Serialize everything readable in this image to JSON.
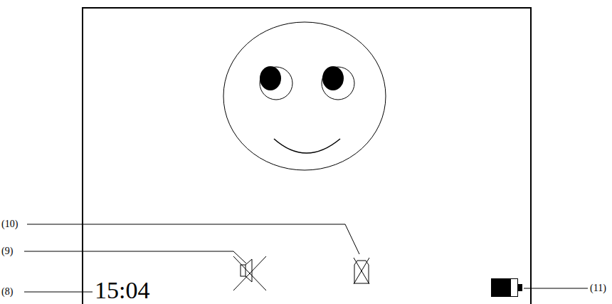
{
  "diagram": {
    "labels": [
      "(10)",
      "(9)",
      "(8)",
      "15:04",
      "(11)"
    ]
  }
}
